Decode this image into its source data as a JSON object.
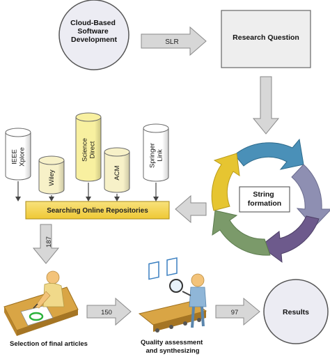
{
  "diagram": {
    "nodes": {
      "start": {
        "label_lines": [
          "Cloud-Based",
          "Software",
          "Development"
        ]
      },
      "research_question": {
        "label": "Research Question"
      },
      "string_formation": {
        "label_lines": [
          "String",
          "formation"
        ]
      },
      "search": {
        "label": "Searching Online Repositories"
      },
      "selection": {
        "label": "Selection of final articles"
      },
      "quality": {
        "label_lines": [
          "Quality assessment",
          "and synthesizing"
        ]
      },
      "results": {
        "label": "Results"
      }
    },
    "repositories": [
      {
        "name": "IEEE Xplore",
        "lines": [
          "IEEE",
          "Xplore"
        ],
        "color": "#ffffff"
      },
      {
        "name": "Wiley",
        "lines": [
          "Wiley"
        ],
        "color": "#f7f1c8"
      },
      {
        "name": "Science Direct",
        "lines": [
          "Science",
          "Direct"
        ],
        "color": "#f8f0a0"
      },
      {
        "name": "ACM",
        "lines": [
          "ACM"
        ],
        "color": "#f7f1c8"
      },
      {
        "name": "Springer Link",
        "lines": [
          "Springer",
          "Link"
        ],
        "color": "#ffffff"
      }
    ],
    "arrow_labels": {
      "slr": "SLR",
      "count_after_search": "187",
      "count_after_selection": "150",
      "count_after_quality": "97"
    },
    "cycle_colors": [
      "#4a90b8",
      "#8e8fb2",
      "#6d5a8c",
      "#7b9a6a",
      "#e6c531"
    ],
    "colors": {
      "search_bar": "#f3d44c",
      "arrow_fill": "#d7d7d7",
      "arrow_stroke": "#8a8a8a",
      "circle_fill": "#ececf3",
      "box_fill": "#eeeeee"
    }
  }
}
